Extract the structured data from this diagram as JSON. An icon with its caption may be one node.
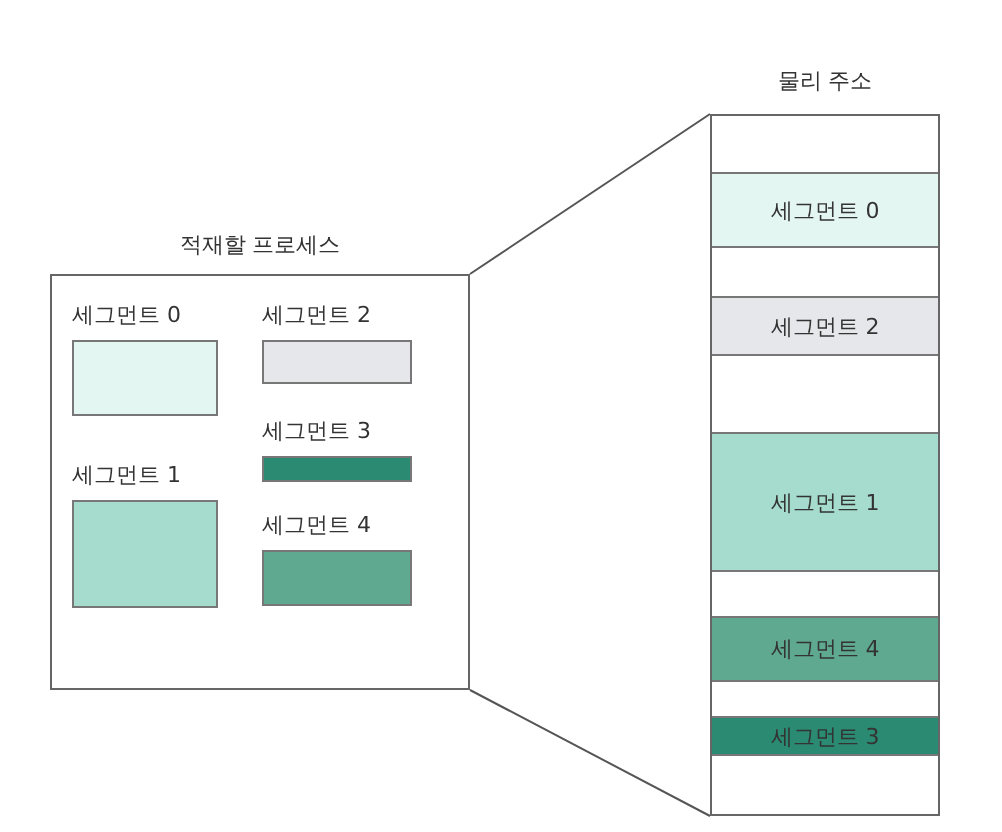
{
  "diagram": {
    "nodes": [
      {
        "text": [
          "적재할 프로세스"
        ]
      },
      {
        "text": [
          "세그먼트 0"
        ],
        "in": 0
      },
      {
        "text": [
          "세그먼트 2"
        ],
        "in": 0
      },
      {
        "text": [
          "세그먼트 3"
        ],
        "in": 0
      },
      {
        "text": [
          "세그먼트 1"
        ],
        "in": 0
      },
      {
        "text": [
          "세그먼트 4"
        ],
        "in": 0
      },
      {
        "text": [
          "물리 주소"
        ]
      },
      {
        "text": [
          "세그먼트 0"
        ],
        "in": 6
      },
      {
        "text": [
          "세그먼트 2"
        ],
        "in": 6
      },
      {
        "text": [
          "세그먼트 1"
        ],
        "in": 6
      },
      {
        "text": [
          "세그먼트 4"
        ],
        "in": 6
      },
      {
        "text": [
          "세그먼트 3"
        ],
        "in": 6
      }
    ],
    "edges": [
      {
        "from": 0,
        "to": 6,
        "arrow": "none"
      },
      {
        "from": 0,
        "to": 6,
        "arrow": "none"
      }
    ]
  }
}
